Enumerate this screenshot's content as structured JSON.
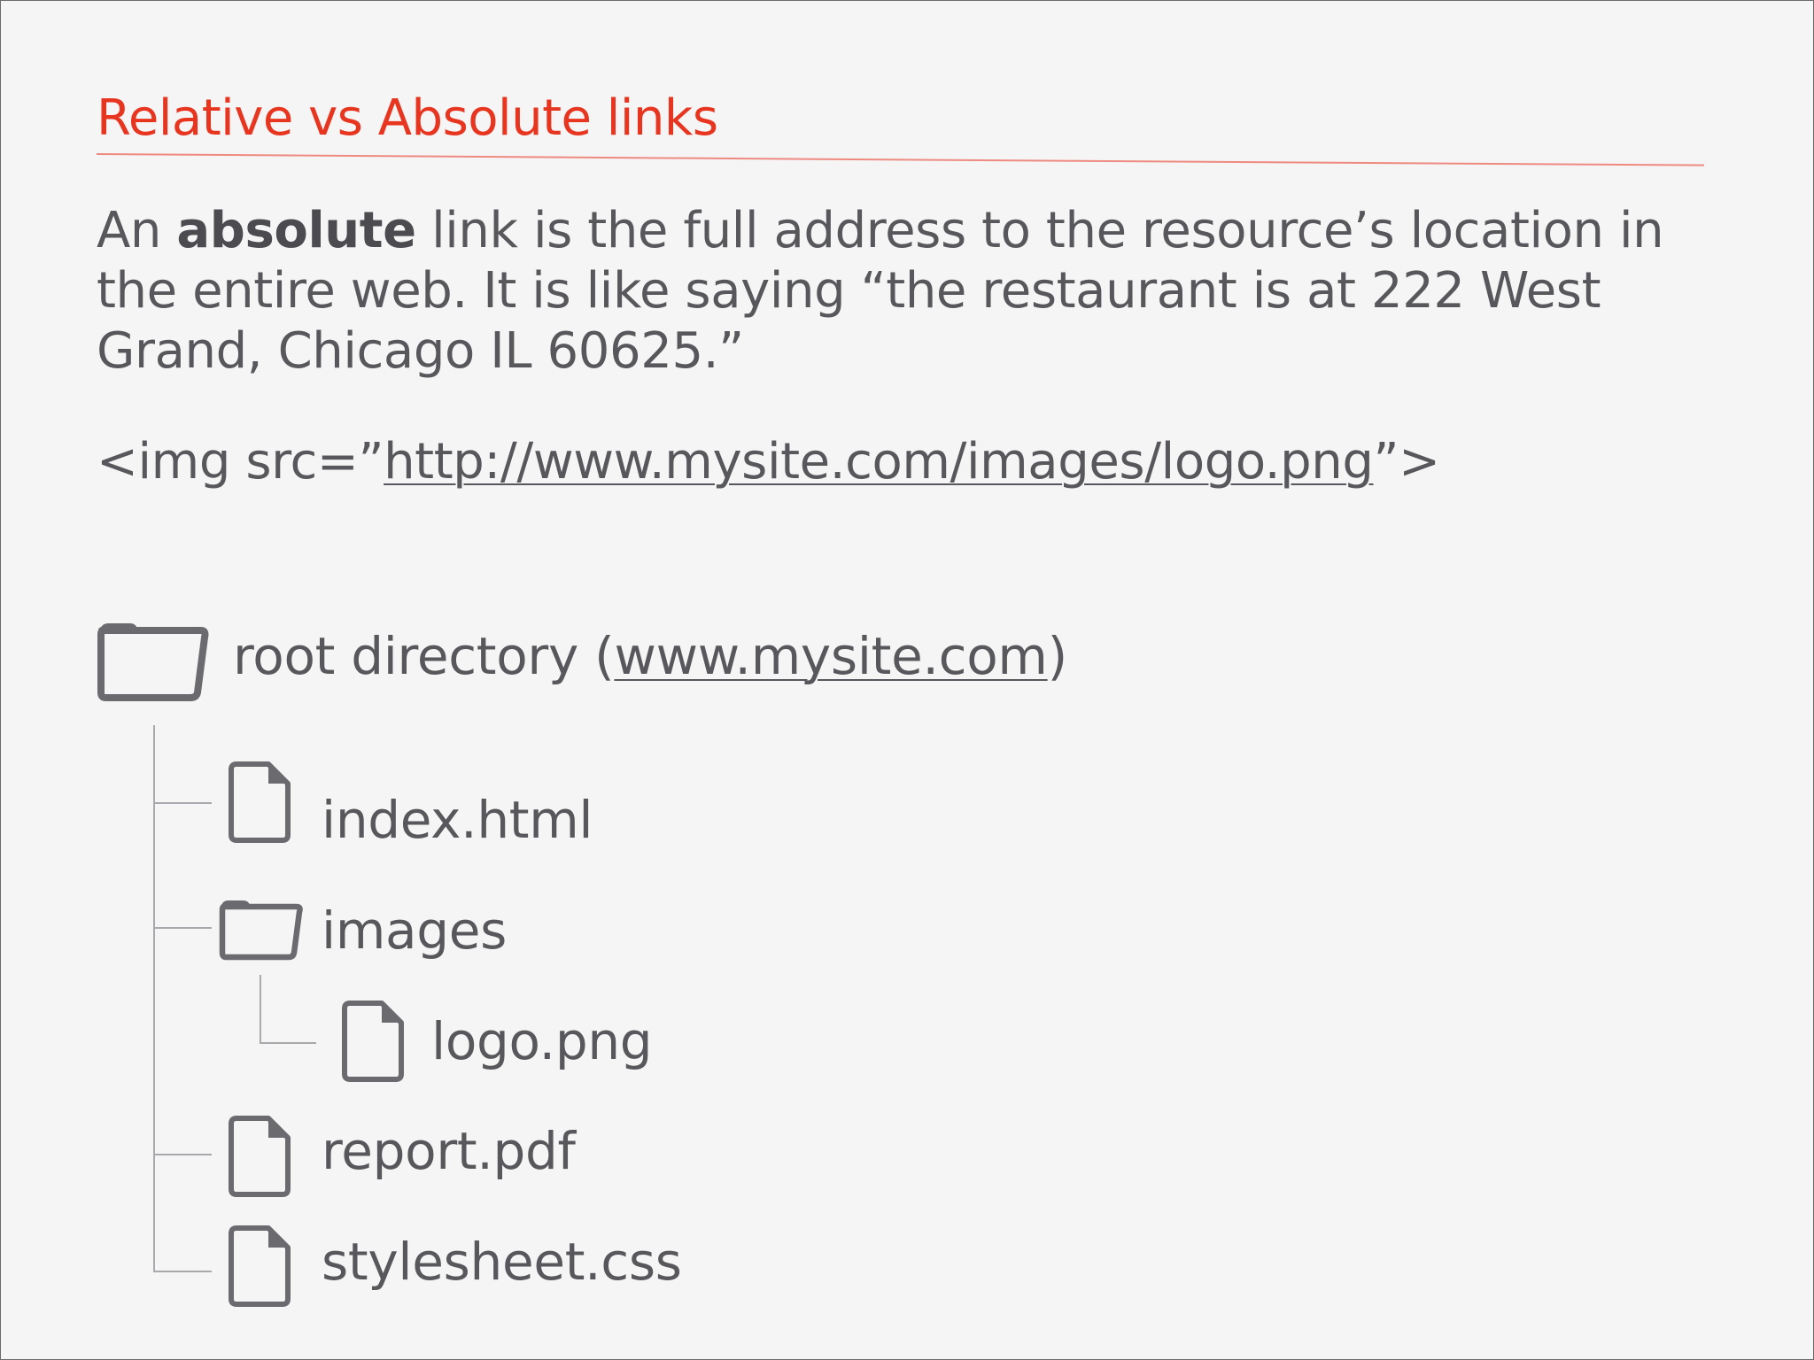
{
  "title": "Relative vs Absolute links",
  "paragraph": {
    "prefix": "An ",
    "bold": "absolute",
    "rest": " link is the full address to the resource’s location in the entire web. It is like saying “the restaurant is at 222 West Grand, Chicago IL 60625.”"
  },
  "code_example": {
    "prefix": "<img src=”",
    "url": "http://www.mysite.com/images/logo.png",
    "suffix": "”>"
  },
  "tree": {
    "root": {
      "label_prefix": "root directory (",
      "url": "www.mysite.com",
      "label_suffix": ")"
    },
    "items": [
      {
        "name": "index.html",
        "type": "file"
      },
      {
        "name": "images",
        "type": "folder"
      },
      {
        "name": "logo.png",
        "type": "file"
      },
      {
        "name": "report.pdf",
        "type": "file"
      },
      {
        "name": "stylesheet.css",
        "type": "file"
      }
    ]
  },
  "colors": {
    "title": "#e8351f",
    "rule": "#ee8a80",
    "text": "#58585c",
    "icon": "#6b6b6f",
    "tree_line": "#a9a9ad",
    "background": "#f5f5f6"
  },
  "icons": {
    "root": "folder-icon",
    "file": "file-icon",
    "folder": "folder-icon"
  }
}
